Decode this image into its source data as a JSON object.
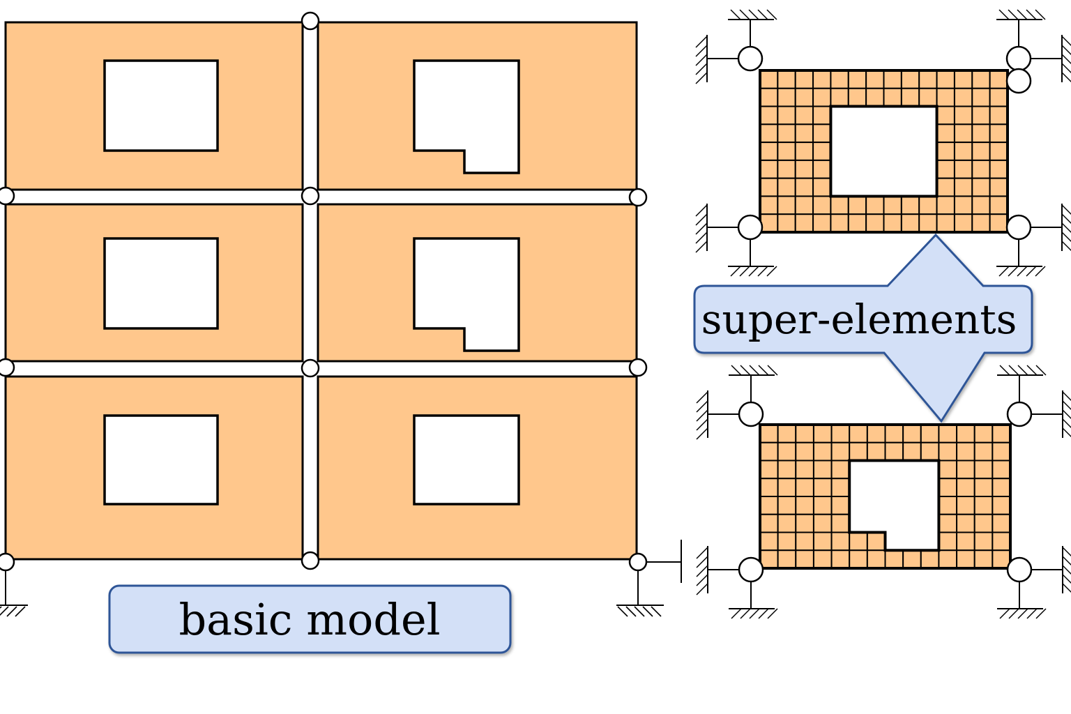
{
  "labels": {
    "basic_model": "basic model",
    "super_elements": "super-elements"
  },
  "colors": {
    "panel_fill": "#FFC78C",
    "outline": "#000000",
    "callout_fill": "#D3E0F7",
    "callout_stroke": "#2F5597",
    "background": "#FFFFFF"
  },
  "basic_model": {
    "storeys": 3,
    "bays": 2,
    "openings": [
      {
        "storey": 1,
        "bay": "left",
        "shape": "rectangle"
      },
      {
        "storey": 1,
        "bay": "right",
        "shape": "L-shape"
      },
      {
        "storey": 2,
        "bay": "left",
        "shape": "rectangle"
      },
      {
        "storey": 2,
        "bay": "right",
        "shape": "L-shape"
      },
      {
        "storey": 3,
        "bay": "left",
        "shape": "rectangle"
      },
      {
        "storey": 3,
        "bay": "right",
        "shape": "rectangle"
      }
    ],
    "hinges": 10,
    "supports": [
      "pinned",
      "fixed-pinned"
    ]
  },
  "super_elements": [
    {
      "name": "rectangular-opening",
      "mesh_columns": 14,
      "mesh_rows": 9,
      "opening_shape": "rectangle"
    },
    {
      "name": "l-shaped-opening",
      "mesh_columns": 14,
      "mesh_rows": 8,
      "opening_shape": "L-shape"
    }
  ]
}
